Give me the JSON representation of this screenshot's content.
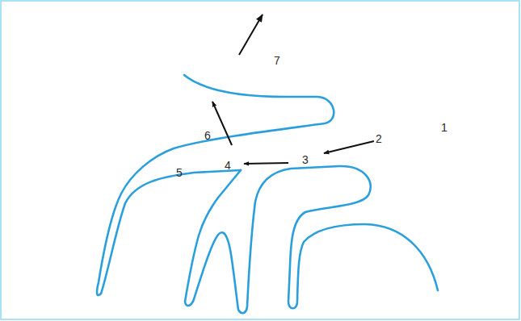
{
  "diagram": {
    "labels": [
      "7",
      "1",
      "6",
      "2",
      "3",
      "4",
      "5"
    ]
  }
}
